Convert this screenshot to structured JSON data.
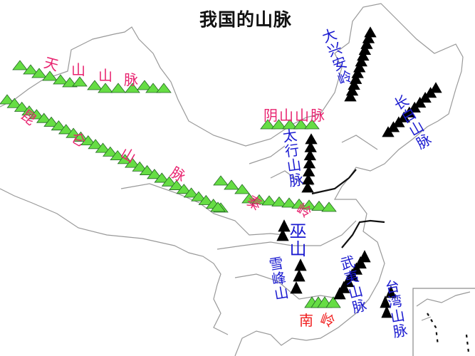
{
  "title": "我国的山脉",
  "colors": {
    "green_range": "#66dd44",
    "black_range": "#000000",
    "pink_label": "#e8236f",
    "red_label": "#f01c1c",
    "blue_label": "#1a1ad0",
    "border": "#999999"
  },
  "ranges": {
    "tianshan": {
      "chars": [
        "天",
        "山",
        "山",
        "脉"
      ]
    },
    "kunlun": {
      "chars": [
        "昆",
        "仑",
        "山",
        "脉"
      ]
    },
    "yinshan": "阴山山脉",
    "qinling": {
      "chars": [
        "秦",
        "岭"
      ]
    },
    "nanling": {
      "chars": [
        "南",
        "岭"
      ]
    },
    "daxinganling": "大兴安岭",
    "changbai": "长白山脉",
    "taihang": "太行山脉",
    "wushan": "巫山",
    "xuefeng": "雪峰山",
    "wuyi": "武夷山脉",
    "taiwan": "台湾山脉"
  }
}
